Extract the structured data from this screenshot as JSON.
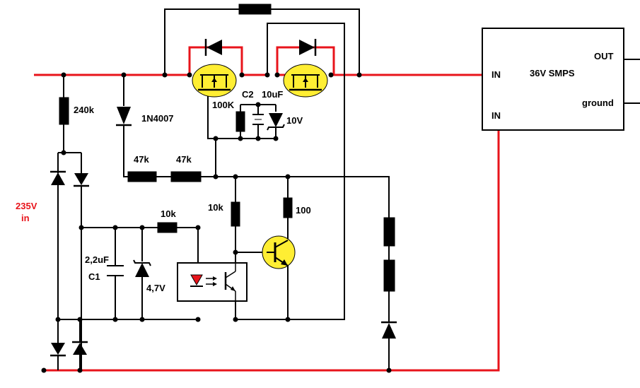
{
  "diagram": {
    "smps_box": {
      "title": "36V SMPS",
      "out_label": "OUT",
      "ground_label": "ground",
      "in_top_label": "IN",
      "in_bottom_label": "IN"
    },
    "mains_label_line1": "235V",
    "mains_label_line2": "in",
    "labels": {
      "r240k": "240k",
      "d1n4007": "1N4007",
      "r47k_a": "47k",
      "r47k_b": "47k",
      "r100k": "100K",
      "c2": "C2",
      "c2_value": "10uF",
      "zener10v": "10V",
      "r10k_top": "10k",
      "r10k_base": "10k",
      "r100": "100",
      "c1_value": "2,2uF",
      "c1": "C1",
      "zener47v": "4,7V"
    },
    "colors": {
      "mains_wire": "#e8141b",
      "wire": "#000000",
      "mosfet_fill": "#ffee33",
      "led_fill": "#e8141b"
    }
  }
}
